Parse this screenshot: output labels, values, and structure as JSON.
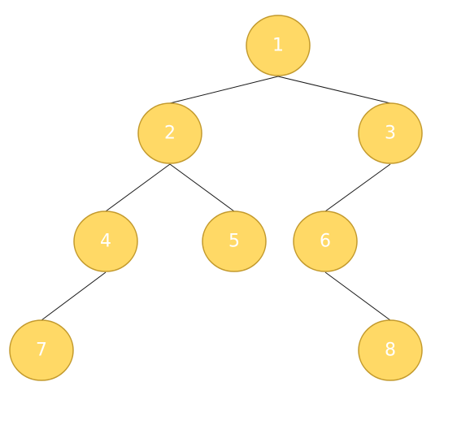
{
  "tree": {
    "style": {
      "node_fill": "#FFD966",
      "node_stroke": "#C39A2D",
      "label_color": "#FFFFFF",
      "edge_color": "#1A1A1A"
    },
    "nodes": [
      {
        "id": "1",
        "label": "1"
      },
      {
        "id": "2",
        "label": "2"
      },
      {
        "id": "3",
        "label": "3"
      },
      {
        "id": "4",
        "label": "4"
      },
      {
        "id": "5",
        "label": "5"
      },
      {
        "id": "6",
        "label": "6"
      },
      {
        "id": "7",
        "label": "7"
      },
      {
        "id": "8",
        "label": "8"
      }
    ],
    "edges": [
      {
        "from": "1",
        "to": "2"
      },
      {
        "from": "1",
        "to": "3"
      },
      {
        "from": "2",
        "to": "4"
      },
      {
        "from": "2",
        "to": "5"
      },
      {
        "from": "3",
        "to": "6"
      },
      {
        "from": "4",
        "to": "7"
      },
      {
        "from": "6",
        "to": "8"
      }
    ]
  }
}
